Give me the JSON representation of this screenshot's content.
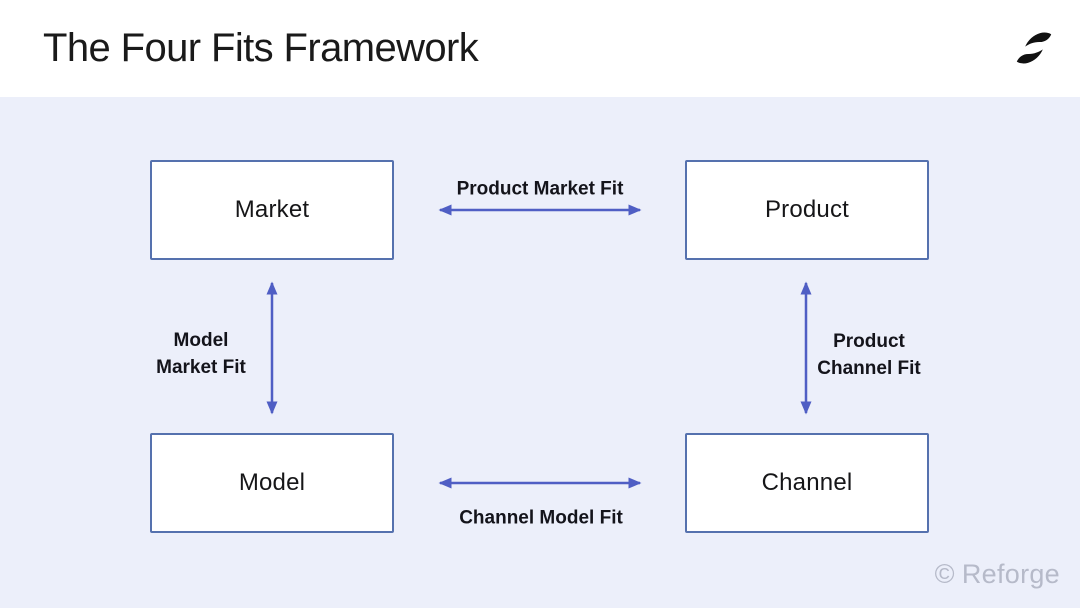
{
  "header": {
    "title": "The Four Fits Framework"
  },
  "diagram": {
    "nodes": [
      {
        "id": "market",
        "label": "Market"
      },
      {
        "id": "product",
        "label": "Product"
      },
      {
        "id": "model",
        "label": "Model"
      },
      {
        "id": "channel",
        "label": "Channel"
      }
    ],
    "fits": [
      {
        "id": "product-market-fit",
        "label": "Product Market Fit",
        "connects": [
          "Market",
          "Product"
        ],
        "direction": "bidirectional"
      },
      {
        "id": "model-market-fit",
        "label": "Model Market Fit",
        "lines": [
          "Model",
          "Market Fit"
        ],
        "connects": [
          "Market",
          "Model"
        ],
        "direction": "bidirectional"
      },
      {
        "id": "product-channel-fit",
        "label": "Product Channel Fit",
        "lines": [
          "Product",
          "Channel Fit"
        ],
        "connects": [
          "Product",
          "Channel"
        ],
        "direction": "bidirectional"
      },
      {
        "id": "channel-model-fit",
        "label": "Channel Model Fit",
        "connects": [
          "Model",
          "Channel"
        ],
        "direction": "bidirectional"
      }
    ]
  },
  "footer": {
    "copyright_symbol": "©",
    "brand": "Reforge"
  },
  "theme": {
    "bg": "#ECEFFA",
    "header_bg": "#FFFFFF",
    "node_bg": "#FFFFFF",
    "box_border": "#5571AE",
    "arrow": "#4F5EC4",
    "title_color": "#1A1A1A",
    "node_label_color": "#161618",
    "fit_label_color": "#14141B",
    "watermark_color": "#B6BAC9",
    "logo_color": "#111111"
  }
}
